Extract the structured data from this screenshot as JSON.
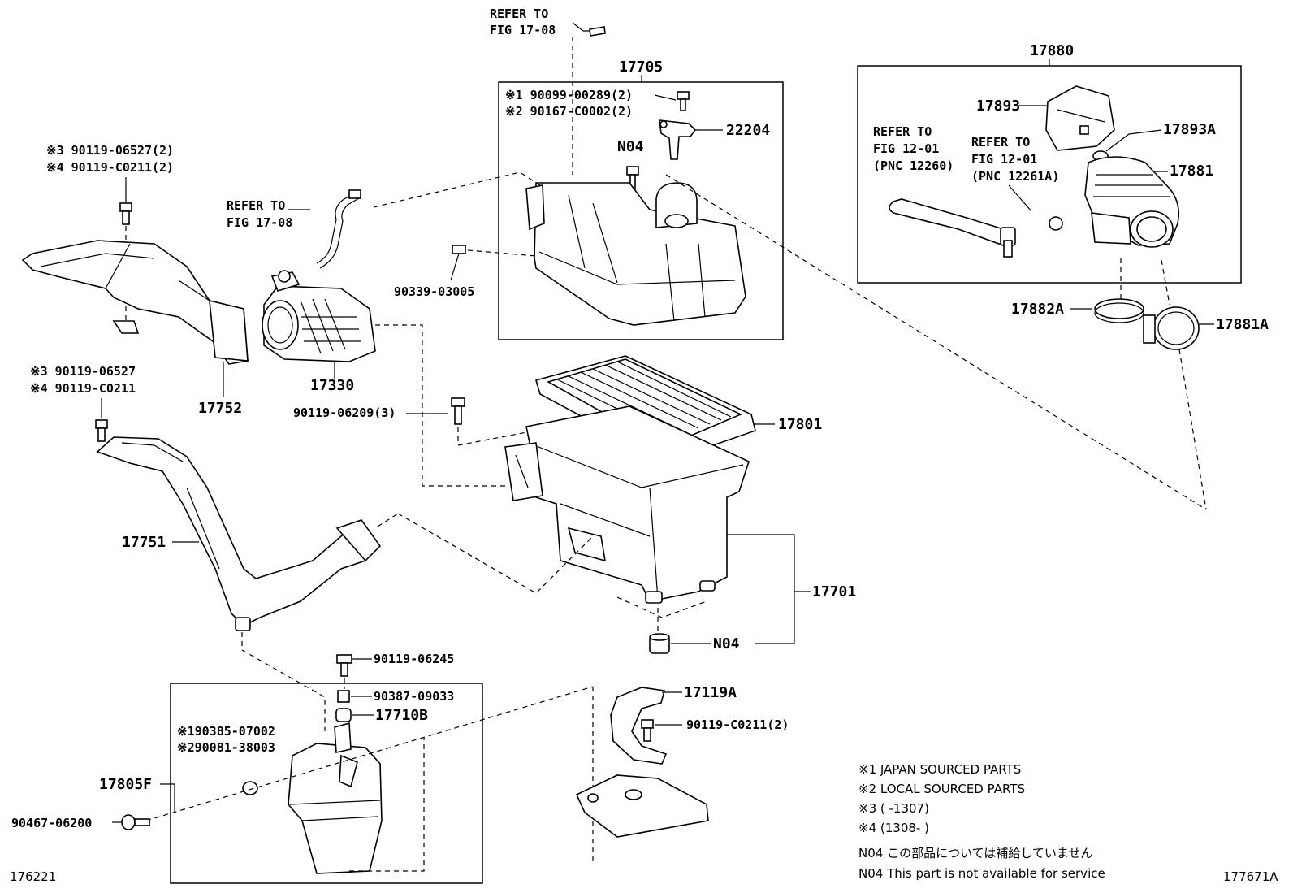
{
  "refer_top": [
    "REFER TO",
    "FIG 17-08"
  ],
  "refer_hose": [
    "REFER TO",
    "FIG 17-08"
  ],
  "box_17705": {
    "title": "17705",
    "note1": "※1 90099-00289(2)",
    "note2": "※2 90167-C0002(2)",
    "sensor": "22204",
    "bolt": "N04",
    "clip": "90339-03005"
  },
  "box_17880": {
    "title": "17880",
    "cover": "17893",
    "grommet": "17893A",
    "hose": "17881",
    "refer_left": [
      "REFER TO",
      "FIG 12-01",
      "(PNC 12260)"
    ],
    "refer_right": [
      "REFER TO",
      "FIG 12-01",
      "(PNC 12261A)"
    ]
  },
  "labels": {
    "bolt_top_left_1": "※3 90119-06527(2)",
    "bolt_top_left_2": "※4 90119-C0211(2)",
    "bolt_mid_left_1": "※3 90119-06527",
    "bolt_mid_left_2": "※4 90119-C0211",
    "p17752": "17752",
    "p17330": "17330",
    "p90119_06209": "90119-06209(3)",
    "p17801": "17801",
    "p17751": "17751",
    "p17701": "17701",
    "pN04": "N04",
    "p17882A": "17882A",
    "p17881A": "17881A",
    "p90119_06245": "90119-06245",
    "p90387_09033": "90387-09033",
    "p17710B": "17710B",
    "p17119A": "17119A",
    "p90119_C0211": "90119-C0211(2)",
    "p90385": "※190385-07002",
    "p90081": "※290081-38003",
    "p17805F": "17805F",
    "p90467": "90467-06200"
  },
  "legend": [
    "※1 JAPAN SOURCED PARTS",
    "※2 LOCAL SOURCED PARTS",
    "※3 (        -1307)",
    "※4 (1308-        )",
    "N04  この部品については補給していません",
    "N04  This part is not available for service"
  ],
  "footer": {
    "left_code": "176221",
    "right_code": "177671A"
  }
}
